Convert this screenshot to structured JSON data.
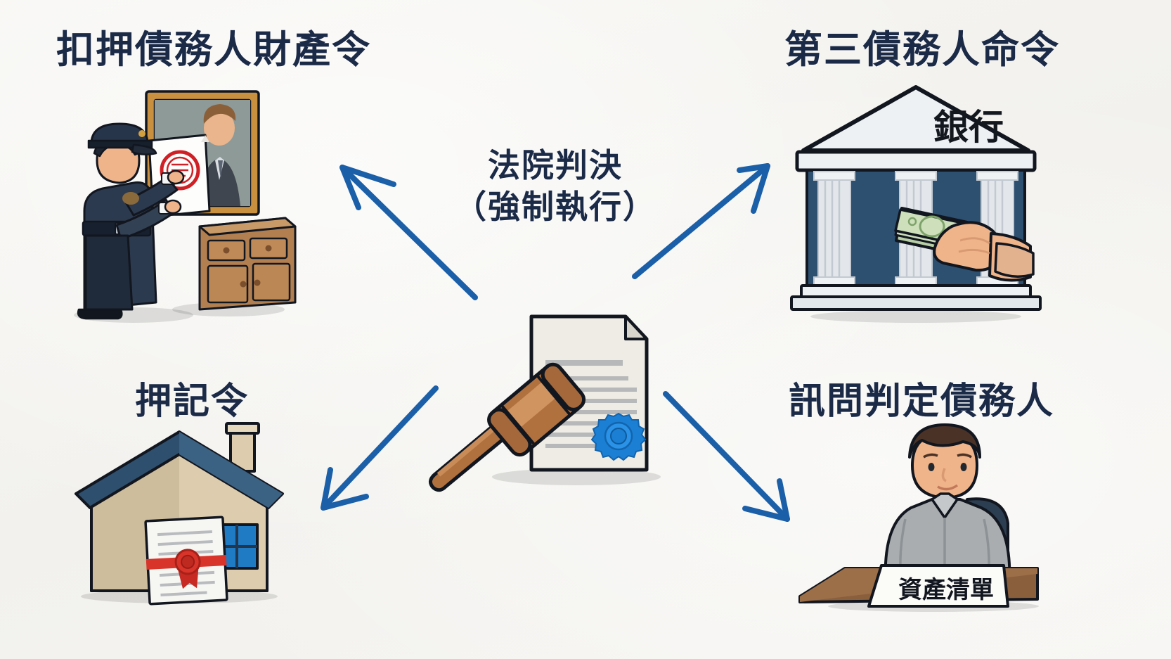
{
  "diagram": {
    "background_color": "#f5f4f1",
    "accent_color": "#1a5fa8",
    "text_color": "#1b2a47",
    "center": {
      "line1": "法院判決",
      "line2": "（強制執行）",
      "icon": "gavel-and-judgment-document"
    },
    "nodes": [
      {
        "id": "seizure-of-debtor-property",
        "label": "扣押債務人財產令",
        "position": "top-left",
        "icon": "bailiff-sealing-artwork",
        "scene_colors": {
          "uniform": "#2c3a4f",
          "frame": "#c28f4e",
          "cabinet": "#b0784a",
          "seal": "#cf2026"
        }
      },
      {
        "id": "third-party-debtor-order",
        "label": "第三債務人命令",
        "position": "top-right",
        "icon": "bank-with-cash-hand",
        "sign_text": "銀行",
        "scene_colors": {
          "facade": "#2d4f70",
          "columns": "#dfe3e8",
          "cash": "#a8c79a",
          "hand": "#f0b48a"
        }
      },
      {
        "id": "charging-order",
        "label": "押記令",
        "position": "bottom-left",
        "icon": "house-with-sealed-certificate",
        "scene_colors": {
          "roof": "#2e4f6e",
          "wall": "#ddcdae",
          "window": "#1f7bc4",
          "ribbon": "#d8342a"
        }
      },
      {
        "id": "examination-of-judgment-debtor",
        "label": "訊問判定債務人",
        "position": "bottom-right",
        "icon": "debtor-at-desk-with-asset-list",
        "paper_text": "資產清單",
        "scene_colors": {
          "shirt": "#a9adb0",
          "desk": "#8a5f3c",
          "hair": "#4a3226",
          "skin": "#f0b48a"
        }
      }
    ],
    "arrows": [
      {
        "from": "center",
        "to": "top-left",
        "direction": "up-left"
      },
      {
        "from": "center",
        "to": "top-right",
        "direction": "up-right"
      },
      {
        "from": "center",
        "to": "bottom-left",
        "direction": "down-left"
      },
      {
        "from": "center",
        "to": "bottom-right",
        "direction": "down-right"
      }
    ]
  }
}
